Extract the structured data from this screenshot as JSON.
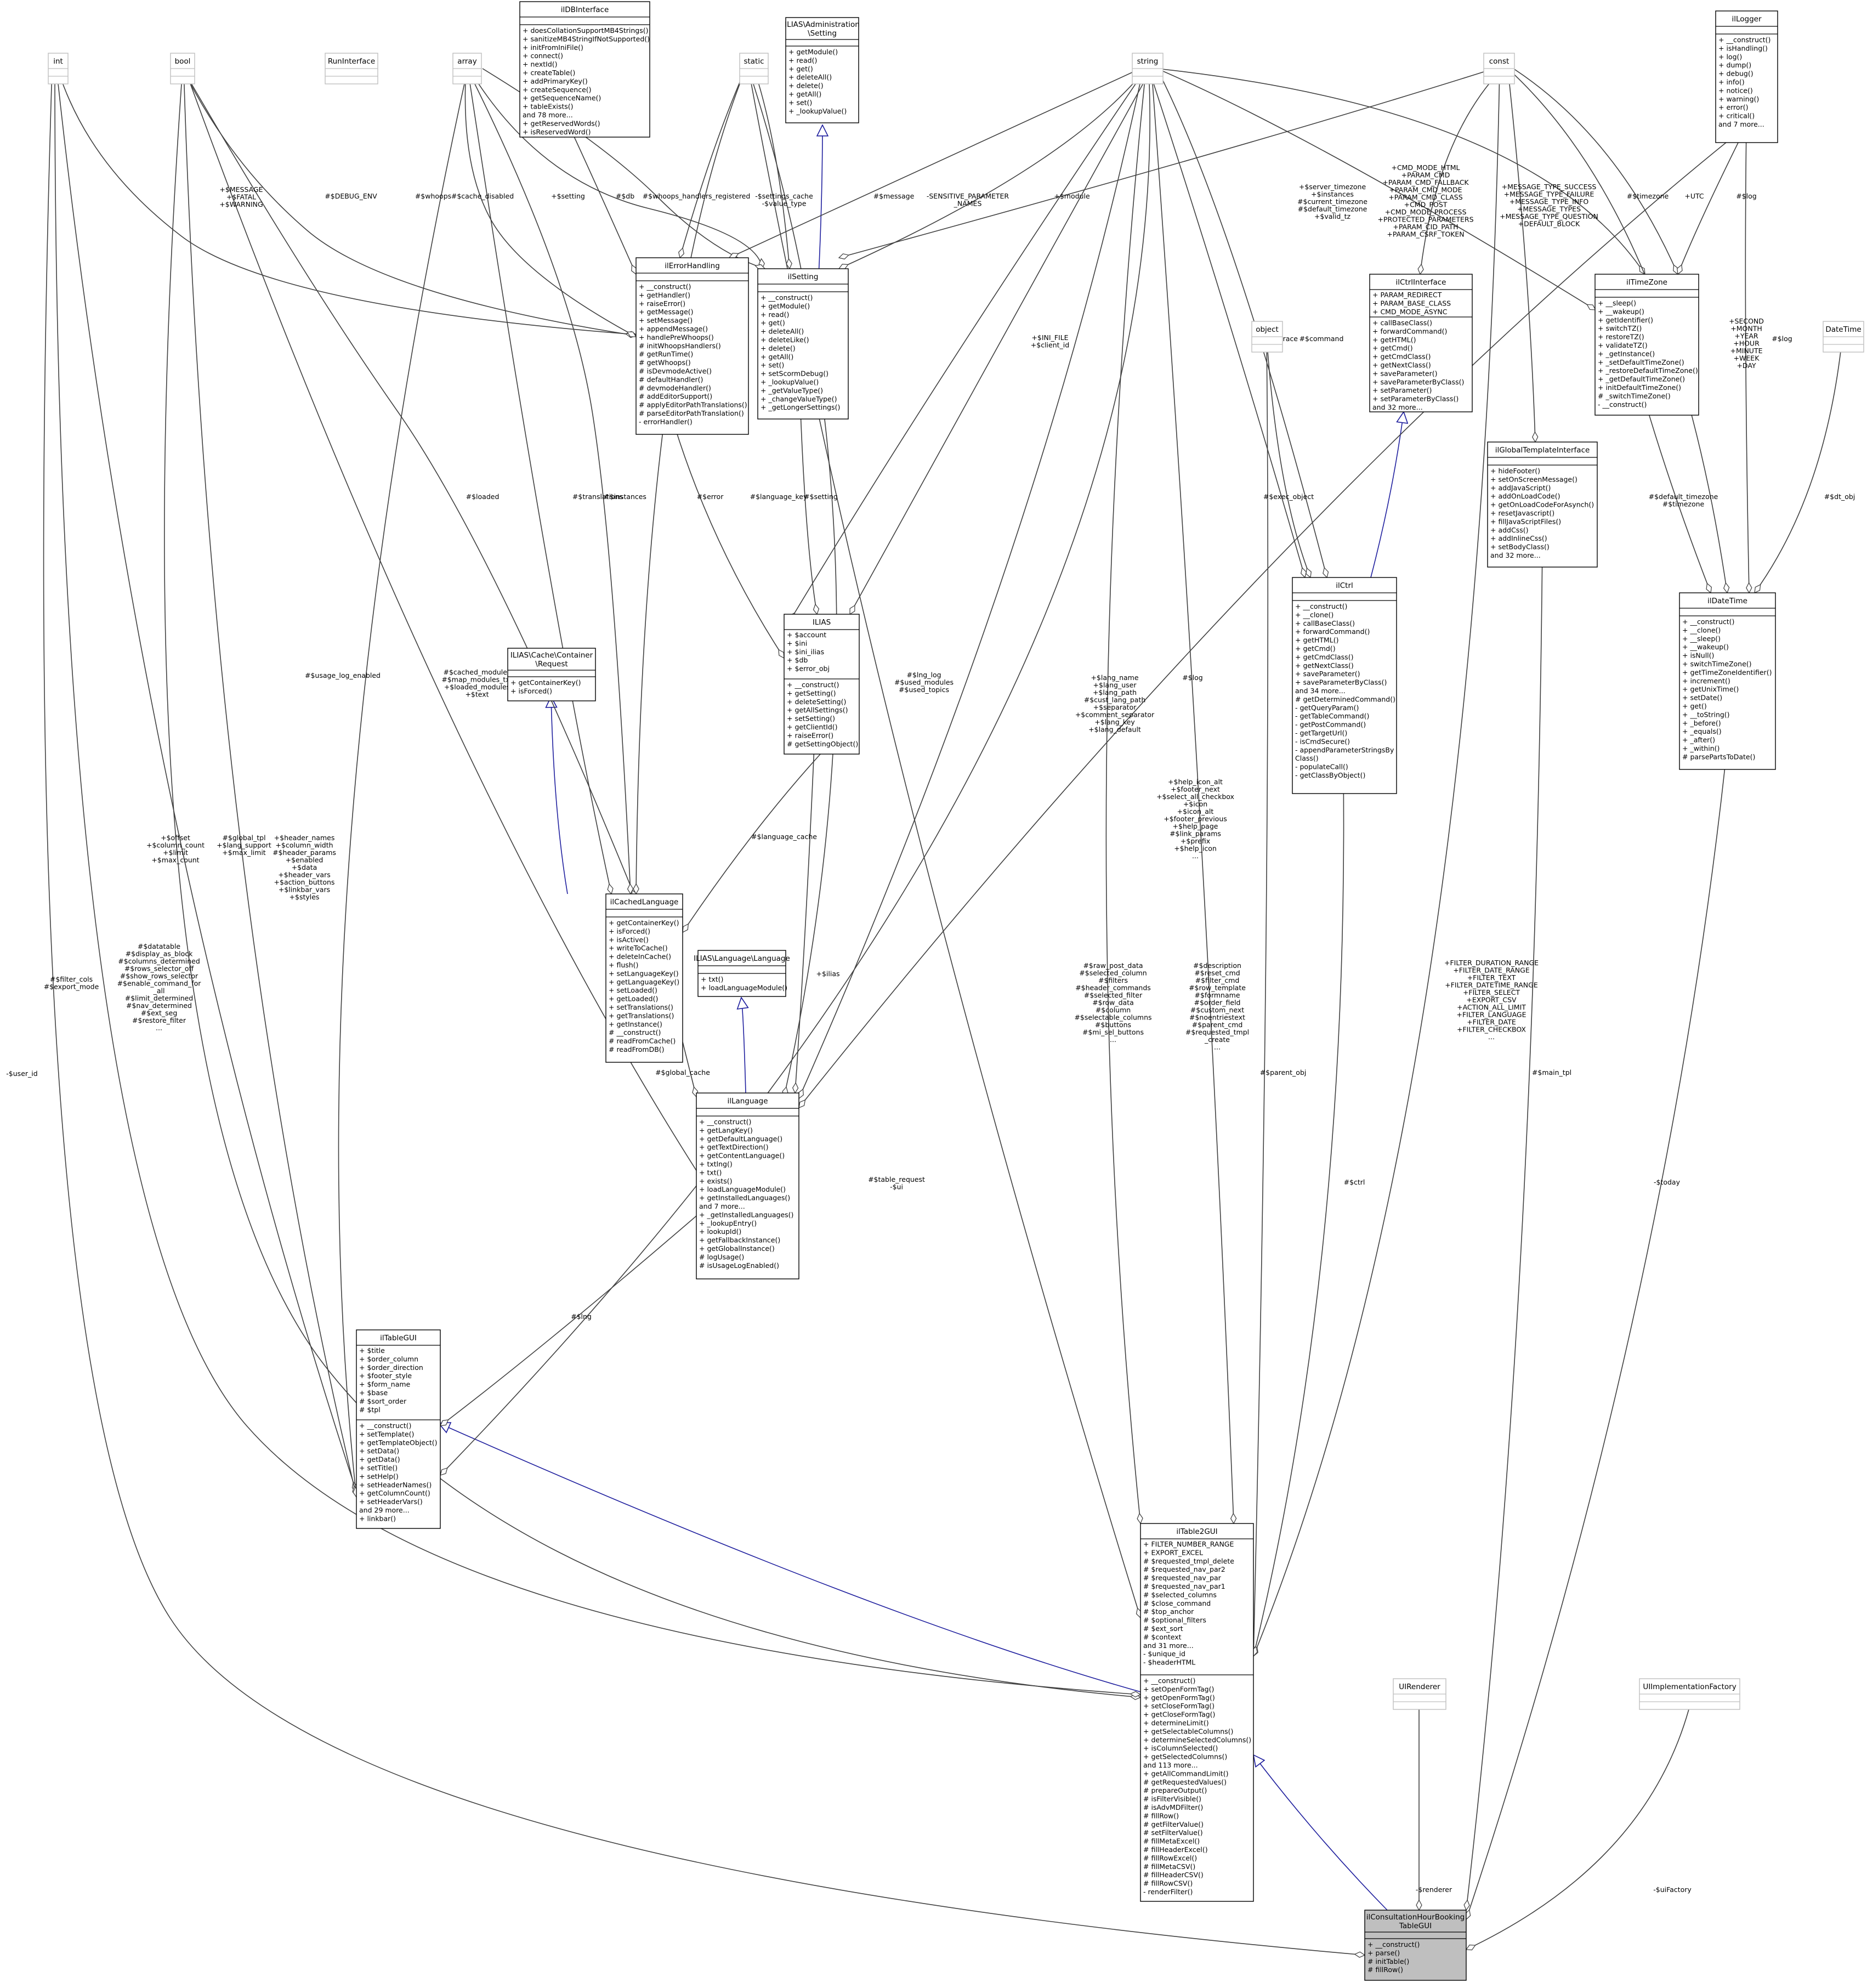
{
  "colors": {
    "border": "#000000",
    "box_fill": "#ffffff",
    "focus_fill": "#bfbfbf",
    "prim_border": "#bfbfbf",
    "inherit_edge": "#1f1f9e",
    "assoc_edge": "#404040"
  },
  "nodes": {
    "int": {
      "title": [
        "int"
      ]
    },
    "bool": {
      "title": [
        "bool"
      ]
    },
    "RunInterface": {
      "title": [
        "RunInterface"
      ]
    },
    "array": {
      "title": [
        "array"
      ]
    },
    "ilDBInterface": {
      "title": [
        "ilDBInterface"
      ],
      "ops": [
        "+ doesCollationSupportMB4Strings()",
        "+ sanitizeMB4StringIfNotSupported()",
        "+ initFromIniFile()",
        "+ connect()",
        "+ nextId()",
        "+ createTable()",
        "+ addPrimaryKey()",
        "+ createSequence()",
        "+ getSequenceName()",
        "+ tableExists()",
        "and 78 more...",
        "+ getReservedWords()",
        "+ isReservedWord()"
      ]
    },
    "static": {
      "title": [
        "static"
      ]
    },
    "AdminSetting": {
      "title": [
        "ILIAS\\Administration",
        "\\Setting"
      ],
      "ops": [
        "+ getModule()",
        "+ read()",
        "+ get()",
        "+ deleteAll()",
        "+ delete()",
        "+ getAll()",
        "+ set()",
        "+ _lookupValue()"
      ]
    },
    "string": {
      "title": [
        "string"
      ]
    },
    "const": {
      "title": [
        "const"
      ]
    },
    "ilLogger": {
      "title": [
        "ilLogger"
      ],
      "ops": [
        "+ __construct()",
        "+ isHandling()",
        "+ log()",
        "+ dump()",
        "+ debug()",
        "+ info()",
        "+ notice()",
        "+ warning()",
        "+ error()",
        "+ critical()",
        "and 7 more..."
      ]
    },
    "ilErrorHandling": {
      "title": [
        "ilErrorHandling"
      ],
      "ops": [
        "+ __construct()",
        "+ getHandler()",
        "+ raiseError()",
        "+ getMessage()",
        "+ setMessage()",
        "+ appendMessage()",
        "+ handlePreWhoops()",
        "# initWhoopsHandlers()",
        "# getRunTime()",
        "# getWhoops()",
        "# isDevmodeActive()",
        "# defaultHandler()",
        "# devmodeHandler()",
        "# addEditorSupport()",
        "# applyEditorPathTranslations()",
        "# parseEditorPathTranslation()",
        "- errorHandler()"
      ]
    },
    "ilSetting": {
      "title": [
        "ilSetting"
      ],
      "ops": [
        "+ __construct()",
        "+ getModule()",
        "+ read()",
        "+ get()",
        "+ deleteAll()",
        "+ deleteLike()",
        "+ delete()",
        "+ getAll()",
        "+ set()",
        "+ setScormDebug()",
        "+ _lookupValue()",
        "+ _getValueType()",
        "+ _changeValueType()",
        "+ _getLongerSettings()"
      ]
    },
    "ilCtrlInterface": {
      "title": [
        "ilCtrlInterface"
      ],
      "attrs": [
        "+ PARAM_REDIRECT",
        "+ PARAM_BASE_CLASS",
        "+ CMD_MODE_ASYNC"
      ],
      "ops": [
        "+ callBaseClass()",
        "+ forwardCommand()",
        "+ getHTML()",
        "+ getCmd()",
        "+ getCmdClass()",
        "+ getNextClass()",
        "+ saveParameter()",
        "+ saveParameterByClass()",
        "+ setParameter()",
        "+ setParameterByClass()",
        "and 32 more..."
      ]
    },
    "ilTimeZone": {
      "title": [
        "ilTimeZone"
      ],
      "ops": [
        "+ __sleep()",
        "+ __wakeup()",
        "+ getIdentifier()",
        "+ switchTZ()",
        "+ restoreTZ()",
        "+ validateTZ()",
        "+ _getInstance()",
        "+ _setDefaultTimeZone()",
        "+ _restoreDefaultTimeZone()",
        "+ _getDefaultTimeZone()",
        "+ initDefaultTimeZone()",
        "# _switchTimeZone()",
        "- __construct()"
      ]
    },
    "DateTime": {
      "title": [
        "DateTime"
      ]
    },
    "object": {
      "title": [
        "object"
      ]
    },
    "ilGlobalTemplateInterface": {
      "title": [
        "ilGlobalTemplateInterface"
      ],
      "ops": [
        "+ hideFooter()",
        "+ setOnScreenMessage()",
        "+ addJavaScript()",
        "+ addOnLoadCode()",
        "+ getOnLoadCodeForAsynch()",
        "+ resetJavascript()",
        "+ fillJavaScriptFiles()",
        "+ addCss()",
        "+ addInlineCss()",
        "+ setBodyClass()",
        "and 32 more..."
      ]
    },
    "ILIAS": {
      "title": [
        "ILIAS"
      ],
      "attrs": [
        "+ $account",
        "+ $ini",
        "+ $ini_ilias",
        "+ $db",
        "+ $error_obj"
      ],
      "ops": [
        "+ __construct()",
        "+ getSetting()",
        "+ deleteSetting()",
        "+ getAllSettings()",
        "+ setSetting()",
        "+ getClientId()",
        "+ raiseError()",
        "# getSettingObject()"
      ]
    },
    "ilCtrl": {
      "title": [
        "ilCtrl"
      ],
      "ops": [
        "+ __construct()",
        "+ __clone()",
        "+ callBaseClass()",
        "+ forwardCommand()",
        "+ getHTML()",
        "+ getCmd()",
        "+ getCmdClass()",
        "+ getNextClass()",
        "+ saveParameter()",
        "+ saveParameterByClass()",
        "and 34 more...",
        "# getDeterminedCommand()",
        "- getQueryParam()",
        "- getTableCommand()",
        "- getPostCommand()",
        "- getTargetUrl()",
        "- isCmdSecure()",
        "- appendParameterStringsBy",
        "Class()",
        "- populateCall()",
        "- getClassByObject()"
      ]
    },
    "ilDateTime": {
      "title": [
        "ilDateTime"
      ],
      "ops": [
        "+ __construct()",
        "+ __clone()",
        "+ __sleep()",
        "+ __wakeup()",
        "+ isNull()",
        "+ switchTimeZone()",
        "+ getTimeZoneIdentifier()",
        "+ increment()",
        "+ getUnixTime()",
        "+ setDate()",
        "+ get()",
        "+ __toString()",
        "+ _before()",
        "+ _equals()",
        "+ _after()",
        "+ _within()",
        "# parsePartsToDate()"
      ]
    },
    "CacheRequest": {
      "title": [
        "ILIAS\\Cache\\Container",
        "\\Request"
      ],
      "ops": [
        "+ getContainerKey()",
        "+ isForced()"
      ]
    },
    "ilCachedLanguage": {
      "title": [
        "ilCachedLanguage"
      ],
      "ops": [
        "+ getContainerKey()",
        "+ isForced()",
        "+ isActive()",
        "+ writeToCache()",
        "+ deleteInCache()",
        "+ flush()",
        "+ setLanguageKey()",
        "+ getLanguageKey()",
        "+ setLoaded()",
        "+ getLoaded()",
        "+ setTranslations()",
        "+ getTranslations()",
        "+ getInstance()",
        "# __construct()",
        "# readFromCache()",
        "# readFromDB()"
      ]
    },
    "LanguageIface": {
      "title": [
        "ILIAS\\Language\\Language"
      ],
      "ops": [
        "+ txt()",
        "+ loadLanguageModule()"
      ]
    },
    "ilLanguage": {
      "title": [
        "ilLanguage"
      ],
      "ops": [
        "+ __construct()",
        "+ getLangKey()",
        "+ getDefaultLanguage()",
        "+ getTextDirection()",
        "+ getContentLanguage()",
        "+ txtlng()",
        "+ txt()",
        "+ exists()",
        "+ loadLanguageModule()",
        "+ getInstalledLanguages()",
        "and 7 more...",
        "+ _getInstalledLanguages()",
        "+ _lookupEntry()",
        "+ lookupId()",
        "+ getFallbackInstance()",
        "+ getGlobalInstance()",
        "# logUsage()",
        "# isUsageLogEnabled()"
      ]
    },
    "ilTableGUI": {
      "title": [
        "ilTableGUI"
      ],
      "attrs": [
        "+ $title",
        "+ $order_column",
        "+ $order_direction",
        "+ $footer_style",
        "+ $form_name",
        "+ $base",
        "# $sort_order",
        "# $tpl"
      ],
      "ops": [
        "+ __construct()",
        "+ setTemplate()",
        "+ getTemplateObject()",
        "+ setData()",
        "+ getData()",
        "+ setTitle()",
        "+ setHelp()",
        "+ setHeaderNames()",
        "+ getColumnCount()",
        "+ setHeaderVars()",
        "and 29 more...",
        "+ linkbar()"
      ]
    },
    "ilTable2GUI": {
      "title": [
        "ilTable2GUI"
      ],
      "attrs": [
        "+ FILTER_NUMBER_RANGE",
        "+ EXPORT_EXCEL",
        "# $requested_tmpl_delete",
        "# $requested_nav_par2",
        "# $requested_nav_par",
        "# $requested_nav_par1",
        "# $selected_columns",
        "# $close_command",
        "# $top_anchor",
        "# $optional_filters",
        "# $ext_sort",
        "# $context",
        "and 31 more...",
        "- $unique_id",
        "- $headerHTML"
      ],
      "ops": [
        "+ __construct()",
        "+ setOpenFormTag()",
        "+ getOpenFormTag()",
        "+ setCloseFormTag()",
        "+ getCloseFormTag()",
        "+ determineLimit()",
        "+ getSelectableColumns()",
        "+ determineSelectedColumns()",
        "+ isColumnSelected()",
        "+ getSelectedColumns()",
        "and 113 more...",
        "+ getAllCommandLimit()",
        "# getRequestedValues()",
        "# prepareOutput()",
        "# isFilterVisible()",
        "# isAdvMDFilter()",
        "# fillRow()",
        "# getFilterValue()",
        "# setFilterValue()",
        "# fillMetaExcel()",
        "# fillHeaderExcel()",
        "# fillRowExcel()",
        "# fillMetaCSV()",
        "# fillHeaderCSV()",
        "# fillRowCSV()",
        "- renderFilter()"
      ]
    },
    "UIRenderer": {
      "title": [
        "UIRenderer"
      ]
    },
    "UIFactory": {
      "title": [
        "UIImplementationFactory"
      ]
    },
    "focus": {
      "title": [
        "ilConsultationHourBooking",
        "TableGUI"
      ],
      "ops": [
        "+ __construct()",
        "+ parse()",
        "# initTable()",
        "# fillRow()"
      ]
    }
  },
  "edge_labels": {
    "e1": [
      "+$MESSAGE",
      "+$FATAL",
      "+$WARNING"
    ],
    "e2": [
      "#$DEBUG_ENV"
    ],
    "e3": [
      "#$whoops"
    ],
    "e4": [
      "#$cache_disabled"
    ],
    "e5": [
      "+$setting"
    ],
    "e6": [
      "#$db"
    ],
    "e7": [
      "#$whoops_handlers_registered"
    ],
    "e8": [
      "-$settings_cache",
      "-$value_type"
    ],
    "e9": [
      "#$message"
    ],
    "e10": [
      "-SENSITIVE_PARAMETER",
      "_NAMES"
    ],
    "e11": [
      "+$module"
    ],
    "e12": [
      "+$server_timezone",
      "+$instances",
      "#$current_timezone",
      "#$default_timezone",
      "+$valid_tz"
    ],
    "e13": [
      "+CMD_MODE_HTML",
      "+PARAM_CMD",
      "+PARAM_CMD_FALLBACK",
      "+PARAM_CMD_MODE",
      "+PARAM_CMD_CLASS",
      "+CMD_POST",
      "+CMD_MODE_PROCESS",
      "+PROTECTED_PARAMETERS",
      "+PARAM_CID_PATH",
      "+PARAM_CSRF_TOKEN"
    ],
    "e14": [
      "+MESSAGE_TYPE_SUCCESS",
      "+MESSAGE_TYPE_FAILURE",
      "+MESSAGE_TYPE_INFO",
      "+MESSAGE_TYPES",
      "+MESSAGE_TYPE_QUESTION",
      "+DEFAULT_BLOCK"
    ],
    "e15": [
      "#$timezone"
    ],
    "e16": [
      "+UTC"
    ],
    "e17": [
      "#$log"
    ],
    "e18": [
      "+$INI_FILE",
      "+$client_id"
    ],
    "e19": [
      "#$command"
    ],
    "e20": [
      "#$stacktrace"
    ],
    "e21": [
      "+SECOND",
      "+MONTH",
      "+YEAR",
      "+HOUR",
      "+MINUTE",
      "+WEEK",
      "+DAY"
    ],
    "e22": [
      "#$log"
    ],
    "e23": [
      "#$default_timezone",
      "#$timezone"
    ],
    "e24": [
      "#$dt_obj"
    ],
    "e25": [
      "#$exec_object"
    ],
    "e26": [
      "#$loaded"
    ],
    "e27": [
      "#$translations"
    ],
    "e28": [
      "#$instances"
    ],
    "e29": [
      "#$error"
    ],
    "e30": [
      "#$language_key"
    ],
    "e31": [
      "#$setting"
    ],
    "e32": [
      "#$cached_modules",
      "#$map_modules_txt",
      "+$loaded_modules",
      "+$text"
    ],
    "e33": [
      "#$usage_log_enabled"
    ],
    "e34": [
      "#$lng_log",
      "#$used_modules",
      "#$used_topics"
    ],
    "e35": [
      "+$lang_name",
      "+$lang_user",
      "+$lang_path",
      "#$cust_lang_path",
      "+$separator",
      "+$comment_separator",
      "+$lang_key",
      "+$lang_default"
    ],
    "e36": [
      "#$log"
    ],
    "e37": [
      "#$language_cache"
    ],
    "e38": [
      "+$help_icon_alt",
      "+$footer_next",
      "+$select_all_checkbox",
      "+$icon",
      "+$icon_alt",
      "+$footer_previous",
      "+$help_page",
      "#$link_params",
      "+$prefix",
      "+$help_icon",
      "..."
    ],
    "e39": [
      "+$offset",
      "+$column_count",
      "+$limit",
      "+$max_count"
    ],
    "e40": [
      "#$global_tpl",
      "+$lang_support",
      "+$max_limit"
    ],
    "e41": [
      "+$header_names",
      "+$column_width",
      "#$header_params",
      "+$enabled",
      "+$data",
      "+$header_vars",
      "+$action_buttons",
      "+$linkbar_vars",
      "+$styles"
    ],
    "e42": [
      "#$datatable",
      "#$display_as_block",
      "#$columns_determined",
      "#$rows_selector_off",
      "#$show_rows_selector",
      "#$enable_command_for",
      "_all",
      "#$limit_determined",
      "#$nav_determined",
      "#$ext_seg",
      "#$restore_filter",
      "..."
    ],
    "e43": [
      "#$filter_cols",
      "#$export_mode"
    ],
    "e44": [
      "-$user_id"
    ],
    "e45": [
      "#$raw_post_data",
      "#$selected_column",
      "#$filters",
      "#$header_commands",
      "#$selected_filter",
      "#$row_data",
      "#$column",
      "#$selectable_columns",
      "#$buttons",
      "#$mi_sel_buttons",
      "..."
    ],
    "e46": [
      "#$description",
      "#$reset_cmd",
      "#$filter_cmd",
      "#$row_template",
      "#$formname",
      "#$order_field",
      "#$custom_next",
      "#$noentriestext",
      "#$parent_cmd",
      "#$requested_tmpl",
      "_create",
      "..."
    ],
    "e47": [
      "+FILTER_DURATION_RANGE",
      "+FILTER_DATE_RANGE",
      "+FILTER_TEXT",
      "+FILTER_DATETIME_RANGE",
      "+FILTER_SELECT",
      "+EXPORT_CSV",
      "+ACTION_ALL_LIMIT",
      "+FILTER_LANGUAGE",
      "+FILTER_DATE",
      "+FILTER_CHECKBOX",
      "..."
    ],
    "e48": [
      "#$global_cache"
    ],
    "e49": [
      "+$ilias"
    ],
    "e50": [
      "#$lng"
    ],
    "e51": [
      "#$table_request",
      "-$ui"
    ],
    "e52": [
      "#$parent_obj"
    ],
    "e53": [
      "#$ctrl"
    ],
    "e54": [
      "#$main_tpl"
    ],
    "e55": [
      "-$today"
    ],
    "e56": [
      "-$renderer"
    ],
    "e57": [
      "-$uiFactory"
    ]
  }
}
